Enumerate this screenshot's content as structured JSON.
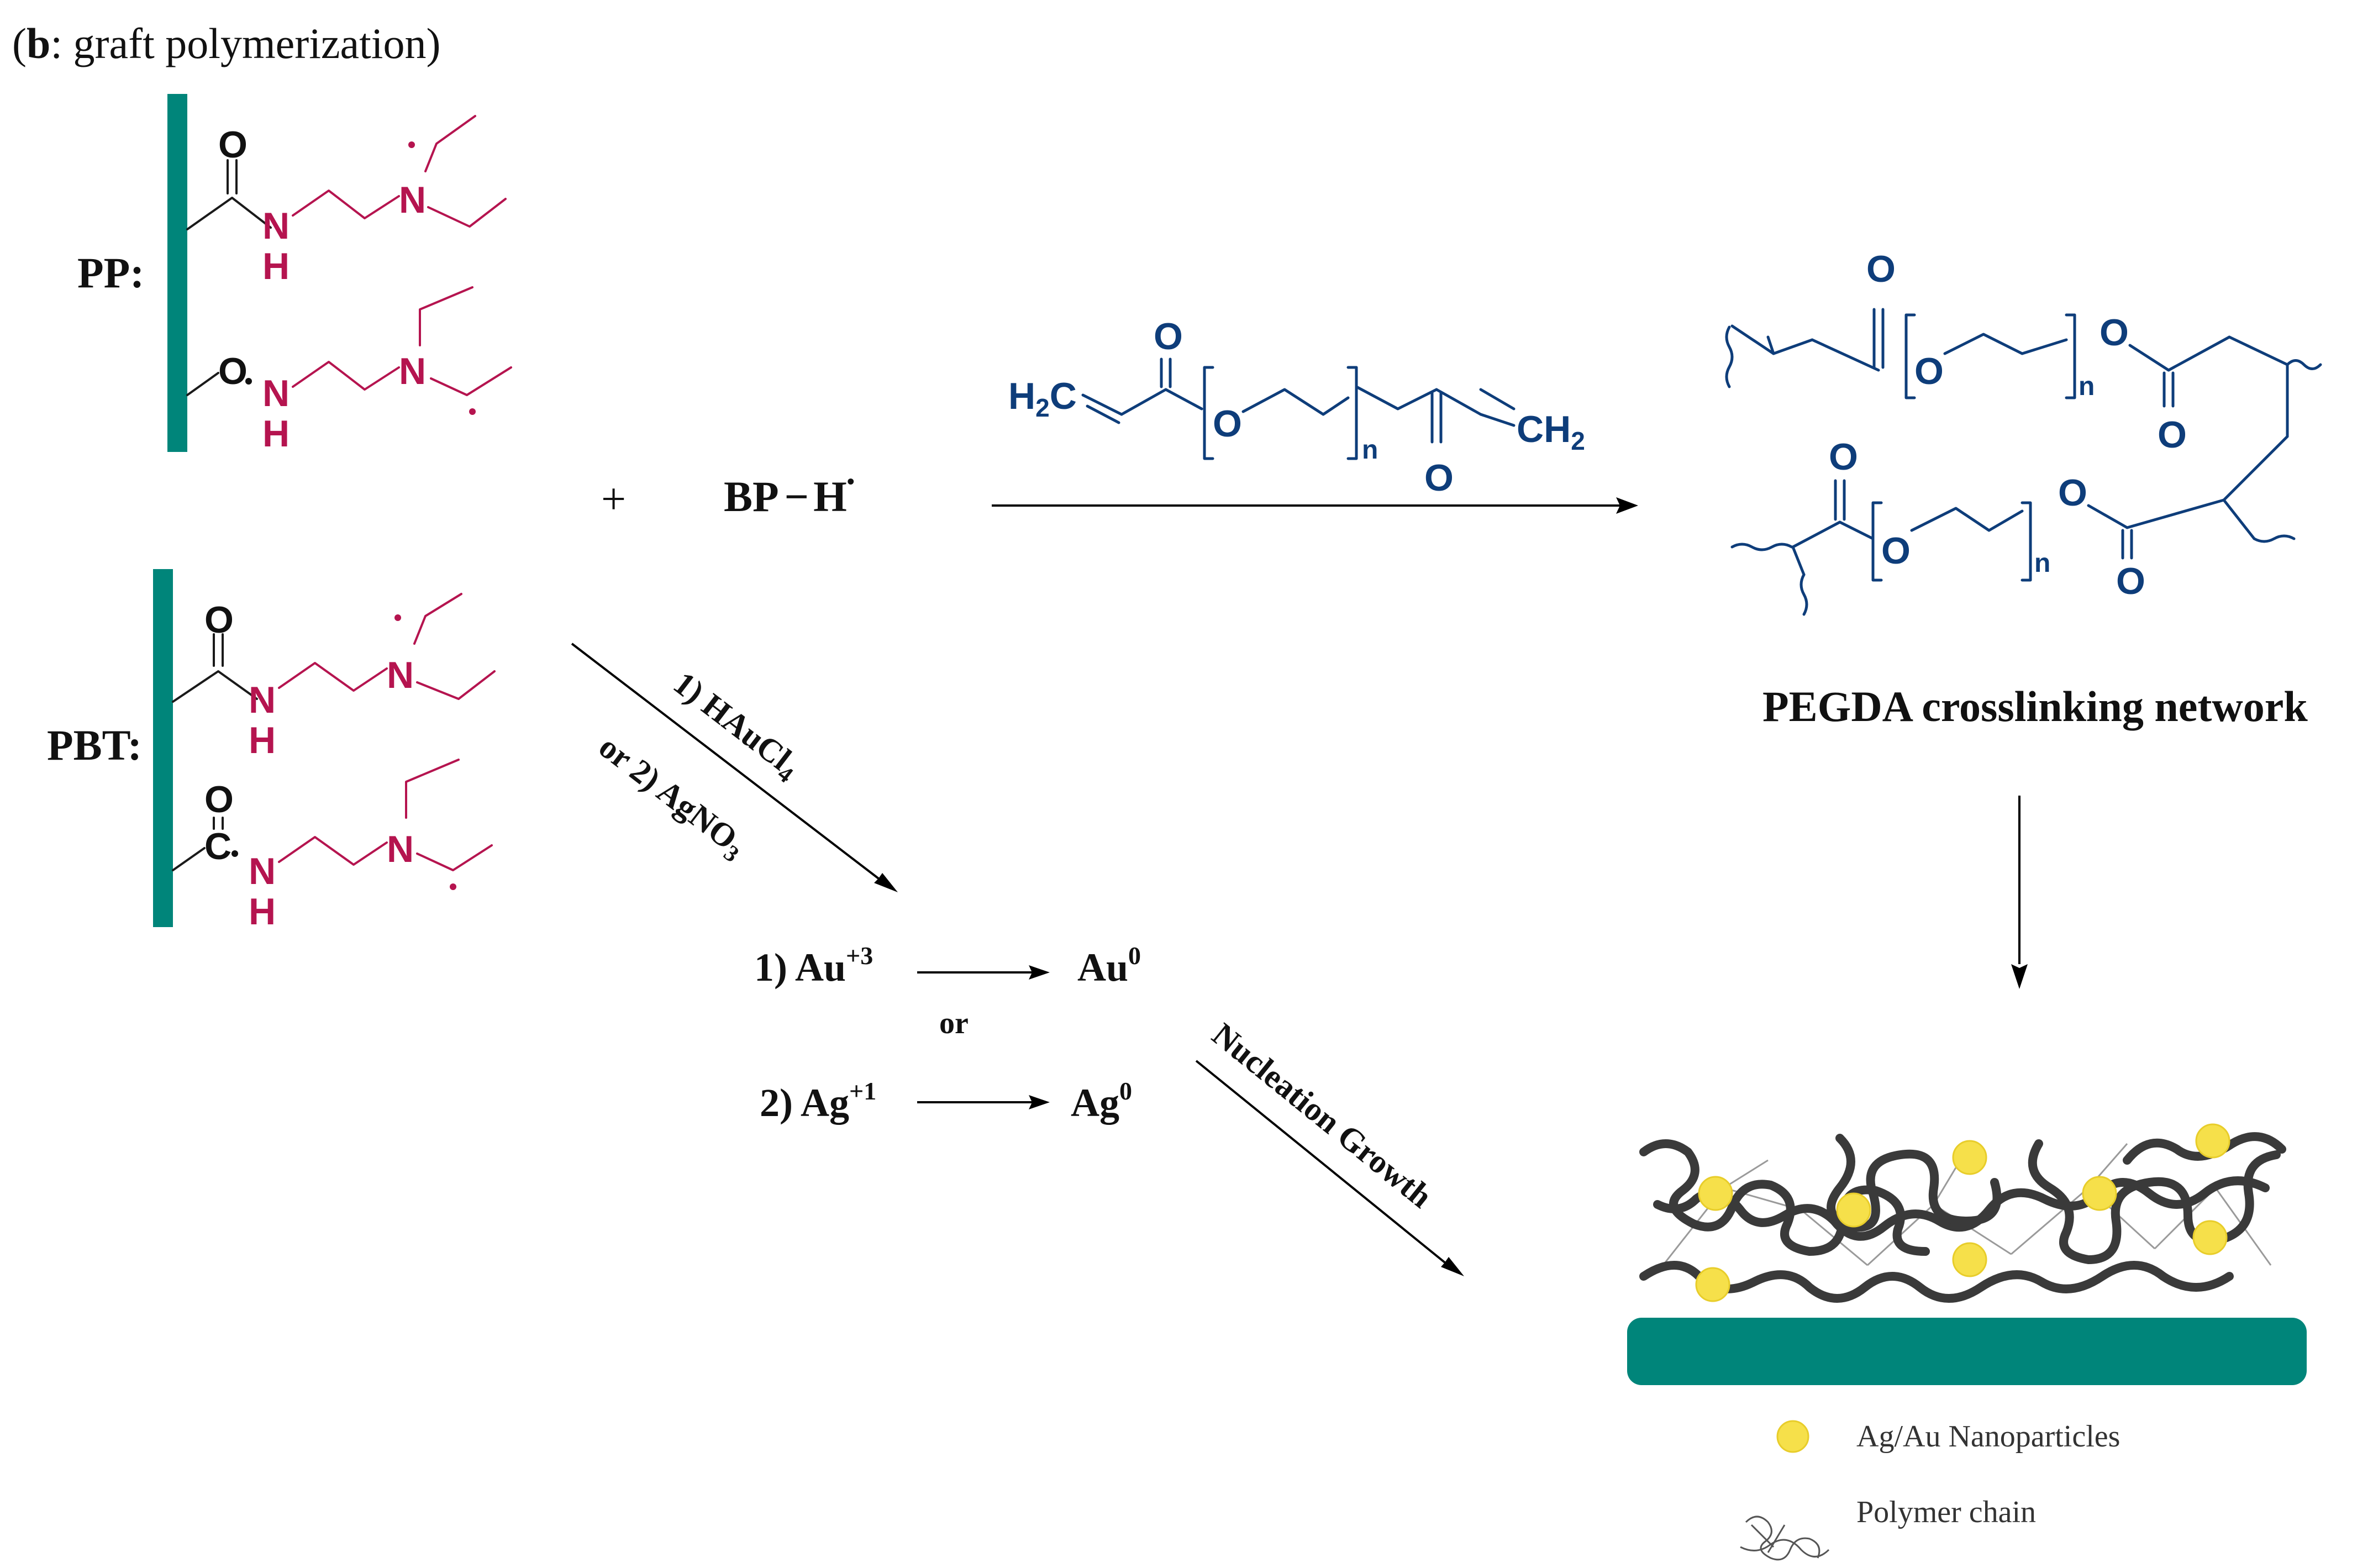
{
  "panel_label": {
    "open": "(",
    "letter": "b",
    "rest": ": graft polymerization)"
  },
  "pp_label": "PP:",
  "pbt_label": "PBT:",
  "plus_sign": "+",
  "bph": {
    "main": "BP",
    "dash": "−",
    "h": "H",
    "radical": "•"
  },
  "atoms": {
    "oxygen": "O",
    "nitrogen": "N",
    "hydrogen": "H",
    "carbon": "C"
  },
  "monomer": {
    "h2c": "H",
    "h2c_sub": "2",
    "h2c_c": "C",
    "ch2": "CH",
    "ch2_sub": "2",
    "n": "n"
  },
  "network_label": "PEGDA crosslinking network",
  "reagent_arrow": {
    "line1": "1) HAuCl",
    "line1_sub": "4",
    "line2": "or 2) AgNO",
    "line2_sub": "3"
  },
  "reduction": {
    "au_prefix": "1) Au",
    "au_sup": "+3",
    "au_product": "Au",
    "au_product_sup": "0",
    "or": "or",
    "ag_prefix": "2) Ag",
    "ag_sup": "+1",
    "ag_product": "Ag",
    "ag_product_sup": "0"
  },
  "nucleation_label": "Nucleation Growth",
  "legend": {
    "nanoparticles": "Ag/Au Nanoparticles",
    "polymer_chain": "Polymer chain"
  },
  "colors": {
    "substrate": "#00857a",
    "amine_chain": "#b5144f",
    "pegda": "#0e3d7a",
    "nanoparticle": "#f6e04a",
    "polymer": "#3a3a3a"
  },
  "icons": [
    "substrate-bar",
    "nanoparticle-icon",
    "polymer-chain-icon"
  ]
}
